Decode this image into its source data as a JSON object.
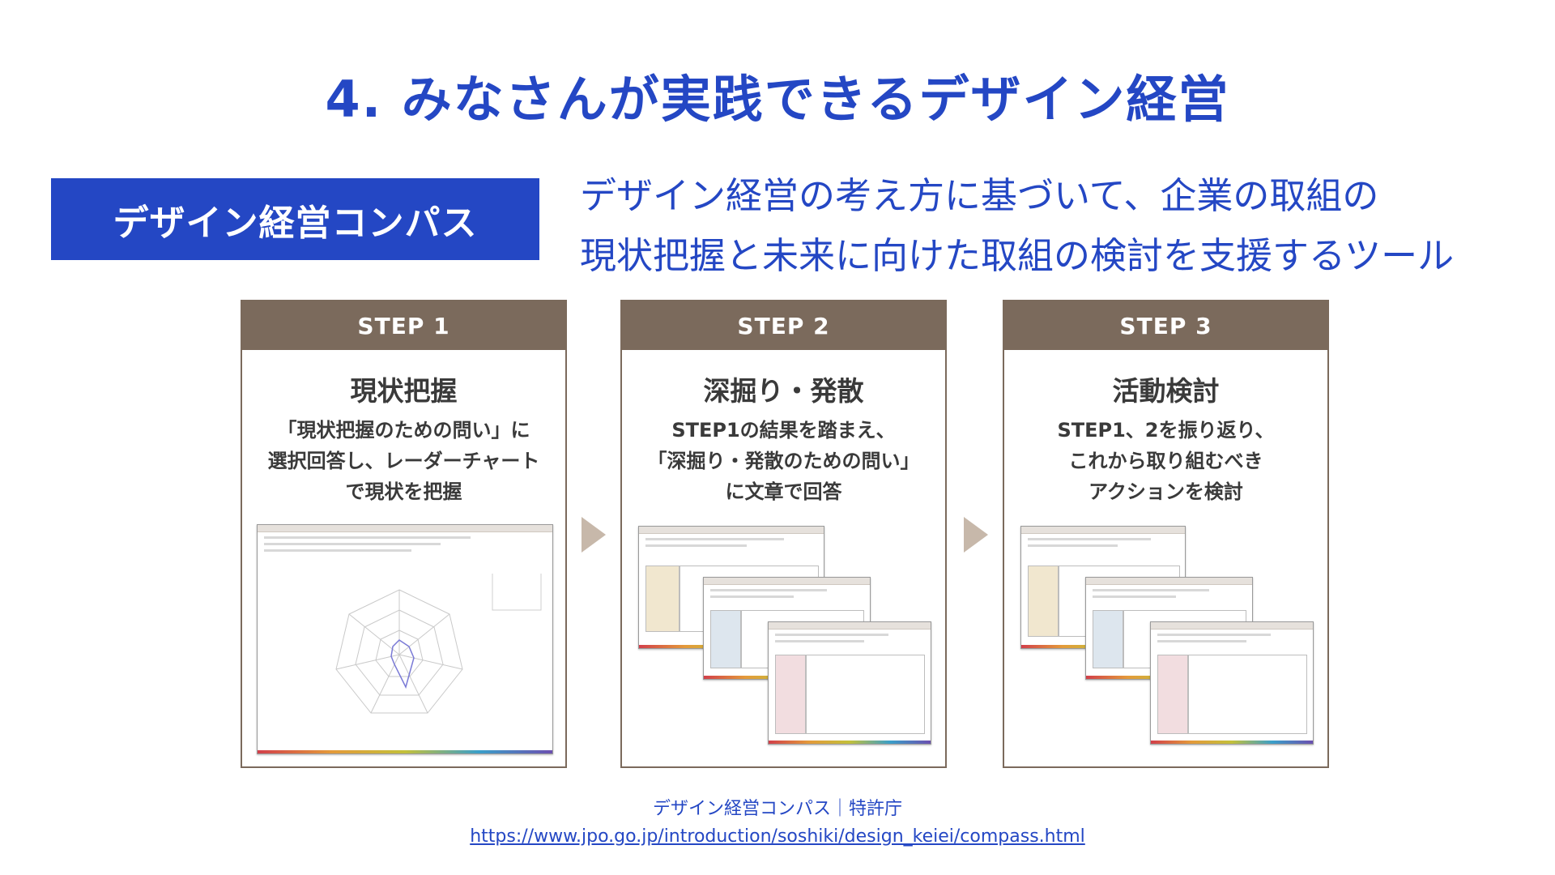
{
  "slide": {
    "title": "4. みなさんが実践できるデザイン経営",
    "tag_label": "デザイン経営コンパス",
    "description_line1": "デザイン経営の考え方に基づいて、企業の取組の",
    "description_line2": "現状把握と未来に向けた取組の検討を支援するツール"
  },
  "steps": [
    {
      "header": "STEP 1",
      "title": "現状把握",
      "text": "「現状把握のための問い」に\n選択回答し、レーダーチャート\nで現状を把握"
    },
    {
      "header": "STEP 2",
      "title": "深掘り・発散",
      "text": "STEP1の結果を踏まえ、\n「深掘り・発散のための問い」\nに文章で回答"
    },
    {
      "header": "STEP 3",
      "title": "活動検討",
      "text": "STEP1、2を振り返り、\nこれから取り組むべき\nアクションを検討"
    }
  ],
  "footer": {
    "credit": "デザイン経営コンパス｜特許庁",
    "url": "https://www.jpo.go.jp/introduction/soshiki/design_keiei/compass.html"
  },
  "colors": {
    "accent": "#2447c4",
    "step_header": "#7b6a5c",
    "arrow": "#c7b8aa"
  }
}
